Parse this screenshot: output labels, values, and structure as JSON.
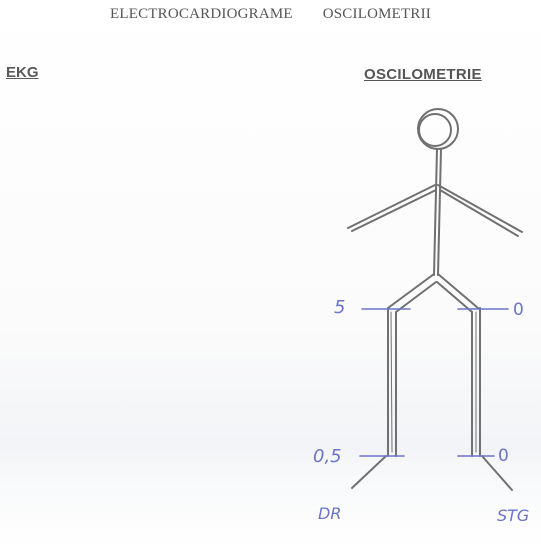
{
  "header": {
    "title_left": "ELECTROCARDIOGRAME",
    "title_right": "OSCILOMETRII"
  },
  "sections": {
    "ekg_label": "EKG",
    "oscilometrie_label": "OSCILOMETRIE"
  },
  "annotations": {
    "upper_right_leg": "5",
    "upper_left_leg": "0",
    "lower_right_leg": "0,5",
    "lower_left_leg": "0",
    "right_side": "DR",
    "left_side": "STG"
  },
  "colors": {
    "pencil": "#6e6e6e",
    "ink": "#6a74c8"
  }
}
